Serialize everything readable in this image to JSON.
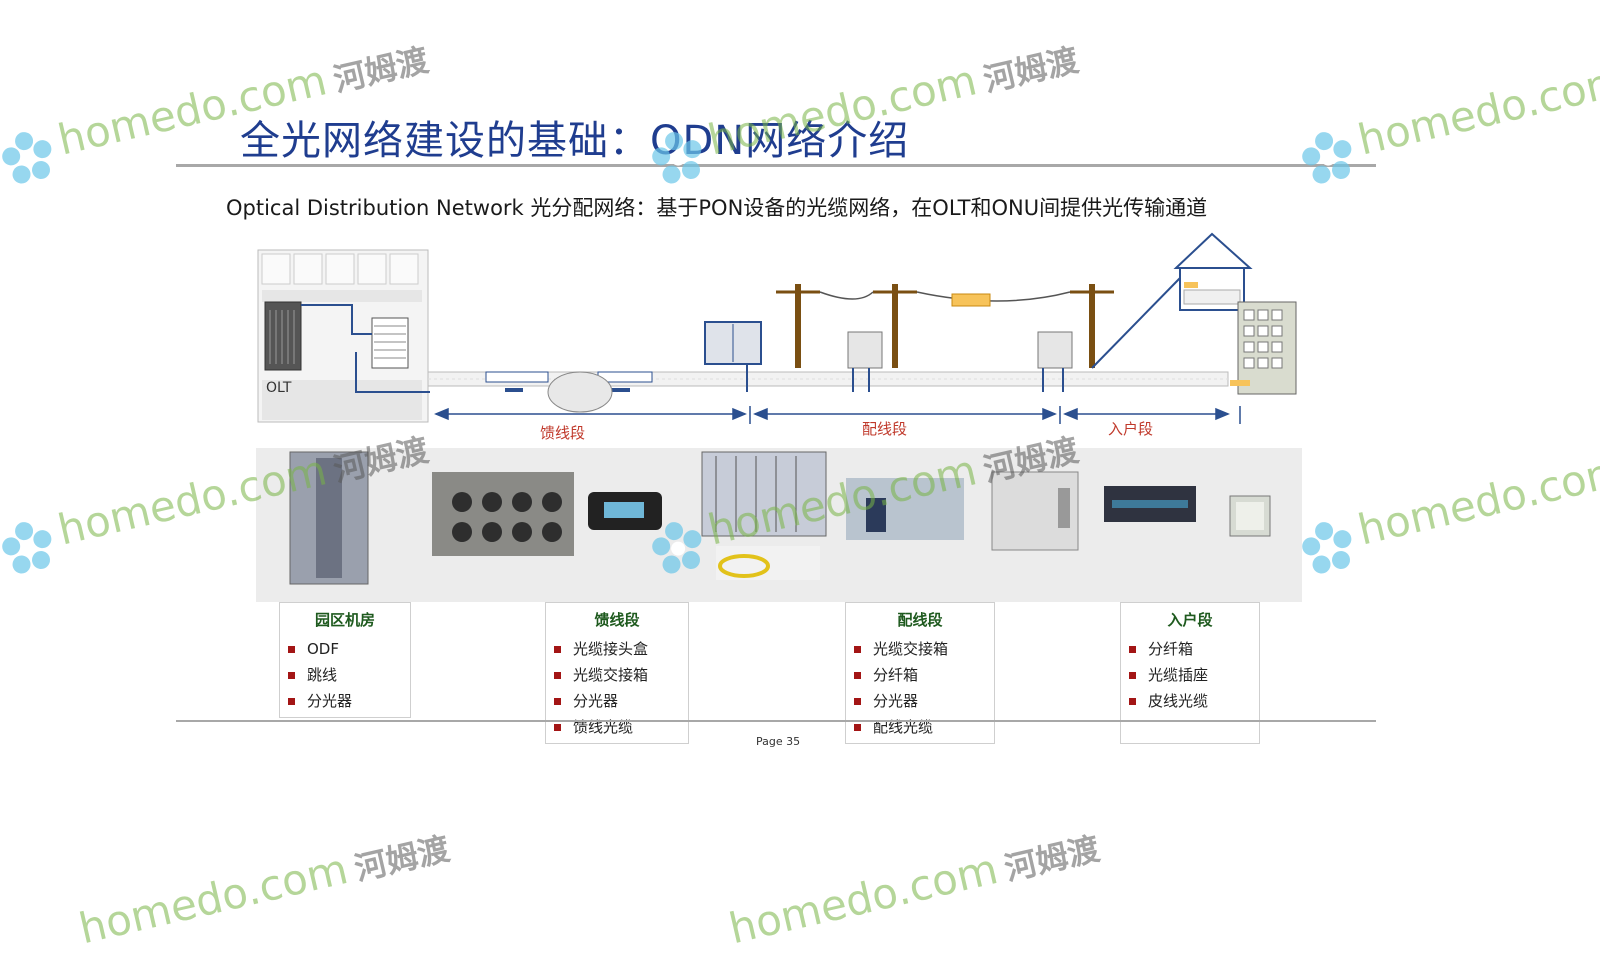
{
  "slide": {
    "title": "全光网络建设的基础：ODN网络介绍",
    "subtitle": "Optical Distribution Network 光分配网络：基于PON设备的光缆网络，在OLT和ONU间提供光传输通道",
    "page_label": "Page 35"
  },
  "diagram": {
    "olt_label": "OLT",
    "segments": [
      "馈线段",
      "配线段",
      "入户段"
    ]
  },
  "categories": [
    {
      "title": "园区机房",
      "items": [
        "ODF",
        "跳线",
        "分光器"
      ]
    },
    {
      "title": "馈线段",
      "items": [
        "光缆接头盒",
        "光缆交接箱",
        "分光器",
        "馈线光缆"
      ]
    },
    {
      "title": "配线段",
      "items": [
        "光缆交接箱",
        "分纤箱",
        "分光器",
        "配线光缆"
      ]
    },
    {
      "title": "入户段",
      "items": [
        "分纤箱",
        "光缆插座",
        "皮线光缆"
      ]
    }
  ],
  "watermark": {
    "brand": "homedo.com",
    "chinese": "河姆渡"
  },
  "colors": {
    "title": "#1f3d8f",
    "rule": "#a8a8a8",
    "bullet": "#a31515",
    "category_title": "#1e5a1e",
    "segment_label": "#c0392b"
  }
}
